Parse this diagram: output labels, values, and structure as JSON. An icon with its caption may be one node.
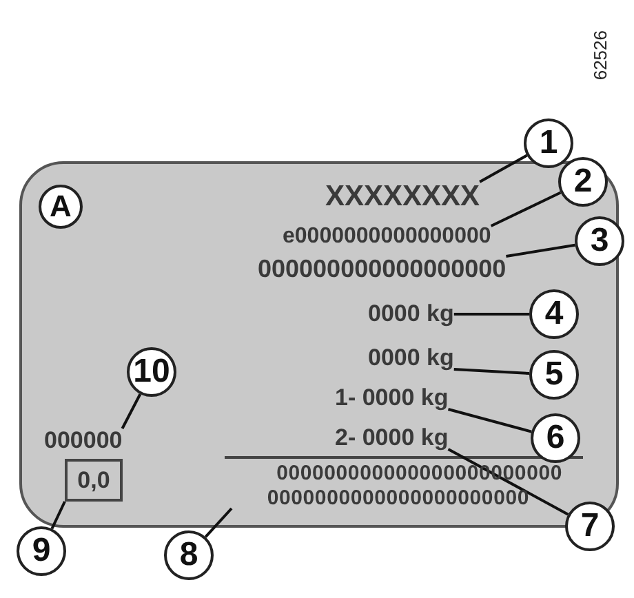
{
  "diagram": {
    "nodes": [
      {
        "text": [],
        "shape": "box"
      },
      {
        "text": [
          "A"
        ],
        "in": 0
      },
      {
        "text": [
          "XXXXXXXX"
        ],
        "in": 0
      },
      {
        "text": [
          "e0000000000000000"
        ],
        "in": 0
      },
      {
        "text": [
          "000000000000000000"
        ],
        "in": 0
      },
      {
        "text": [
          "0000 kg"
        ],
        "in": 0
      },
      {
        "text": [
          "0000 kg"
        ],
        "in": 0
      },
      {
        "text": [
          "1- 0000 kg"
        ],
        "in": 0
      },
      {
        "text": [
          "2- 0000 kg"
        ],
        "in": 0
      },
      {
        "text": [
          "000000000000000000000000",
          "0000000000000000000000"
        ],
        "in": 0
      },
      {
        "text": [
          "000000"
        ],
        "in": 0
      },
      {
        "text": [
          "0,0"
        ],
        "in": 0
      },
      {
        "text": [
          "1"
        ]
      },
      {
        "text": [
          "2"
        ]
      },
      {
        "text": [
          "3"
        ]
      },
      {
        "text": [
          "4"
        ],
        "in": 0
      },
      {
        "text": [
          "5"
        ],
        "in": 0
      },
      {
        "text": [
          "6"
        ],
        "in": 0
      },
      {
        "text": [
          "7"
        ]
      },
      {
        "text": [
          "8"
        ]
      },
      {
        "text": [
          "9"
        ]
      },
      {
        "text": [
          "10"
        ],
        "in": 0
      }
    ],
    "edges": [
      {
        "from": 12,
        "to": 2,
        "arrow": "none"
      },
      {
        "from": 13,
        "to": 3,
        "arrow": "none"
      },
      {
        "from": 14,
        "to": 4,
        "arrow": "none"
      },
      {
        "from": 15,
        "to": 5,
        "arrow": "none"
      },
      {
        "from": 16,
        "to": 6,
        "arrow": "none"
      },
      {
        "from": 17,
        "to": 7,
        "arrow": "none"
      },
      {
        "from": 18,
        "to": 8,
        "arrow": "none"
      },
      {
        "from": 19,
        "to": 9,
        "arrow": "none"
      },
      {
        "from": 20,
        "to": 11,
        "arrow": "none"
      },
      {
        "from": 21,
        "to": 10,
        "arrow": "none"
      }
    ],
    "labels": [
      "62526"
    ]
  }
}
